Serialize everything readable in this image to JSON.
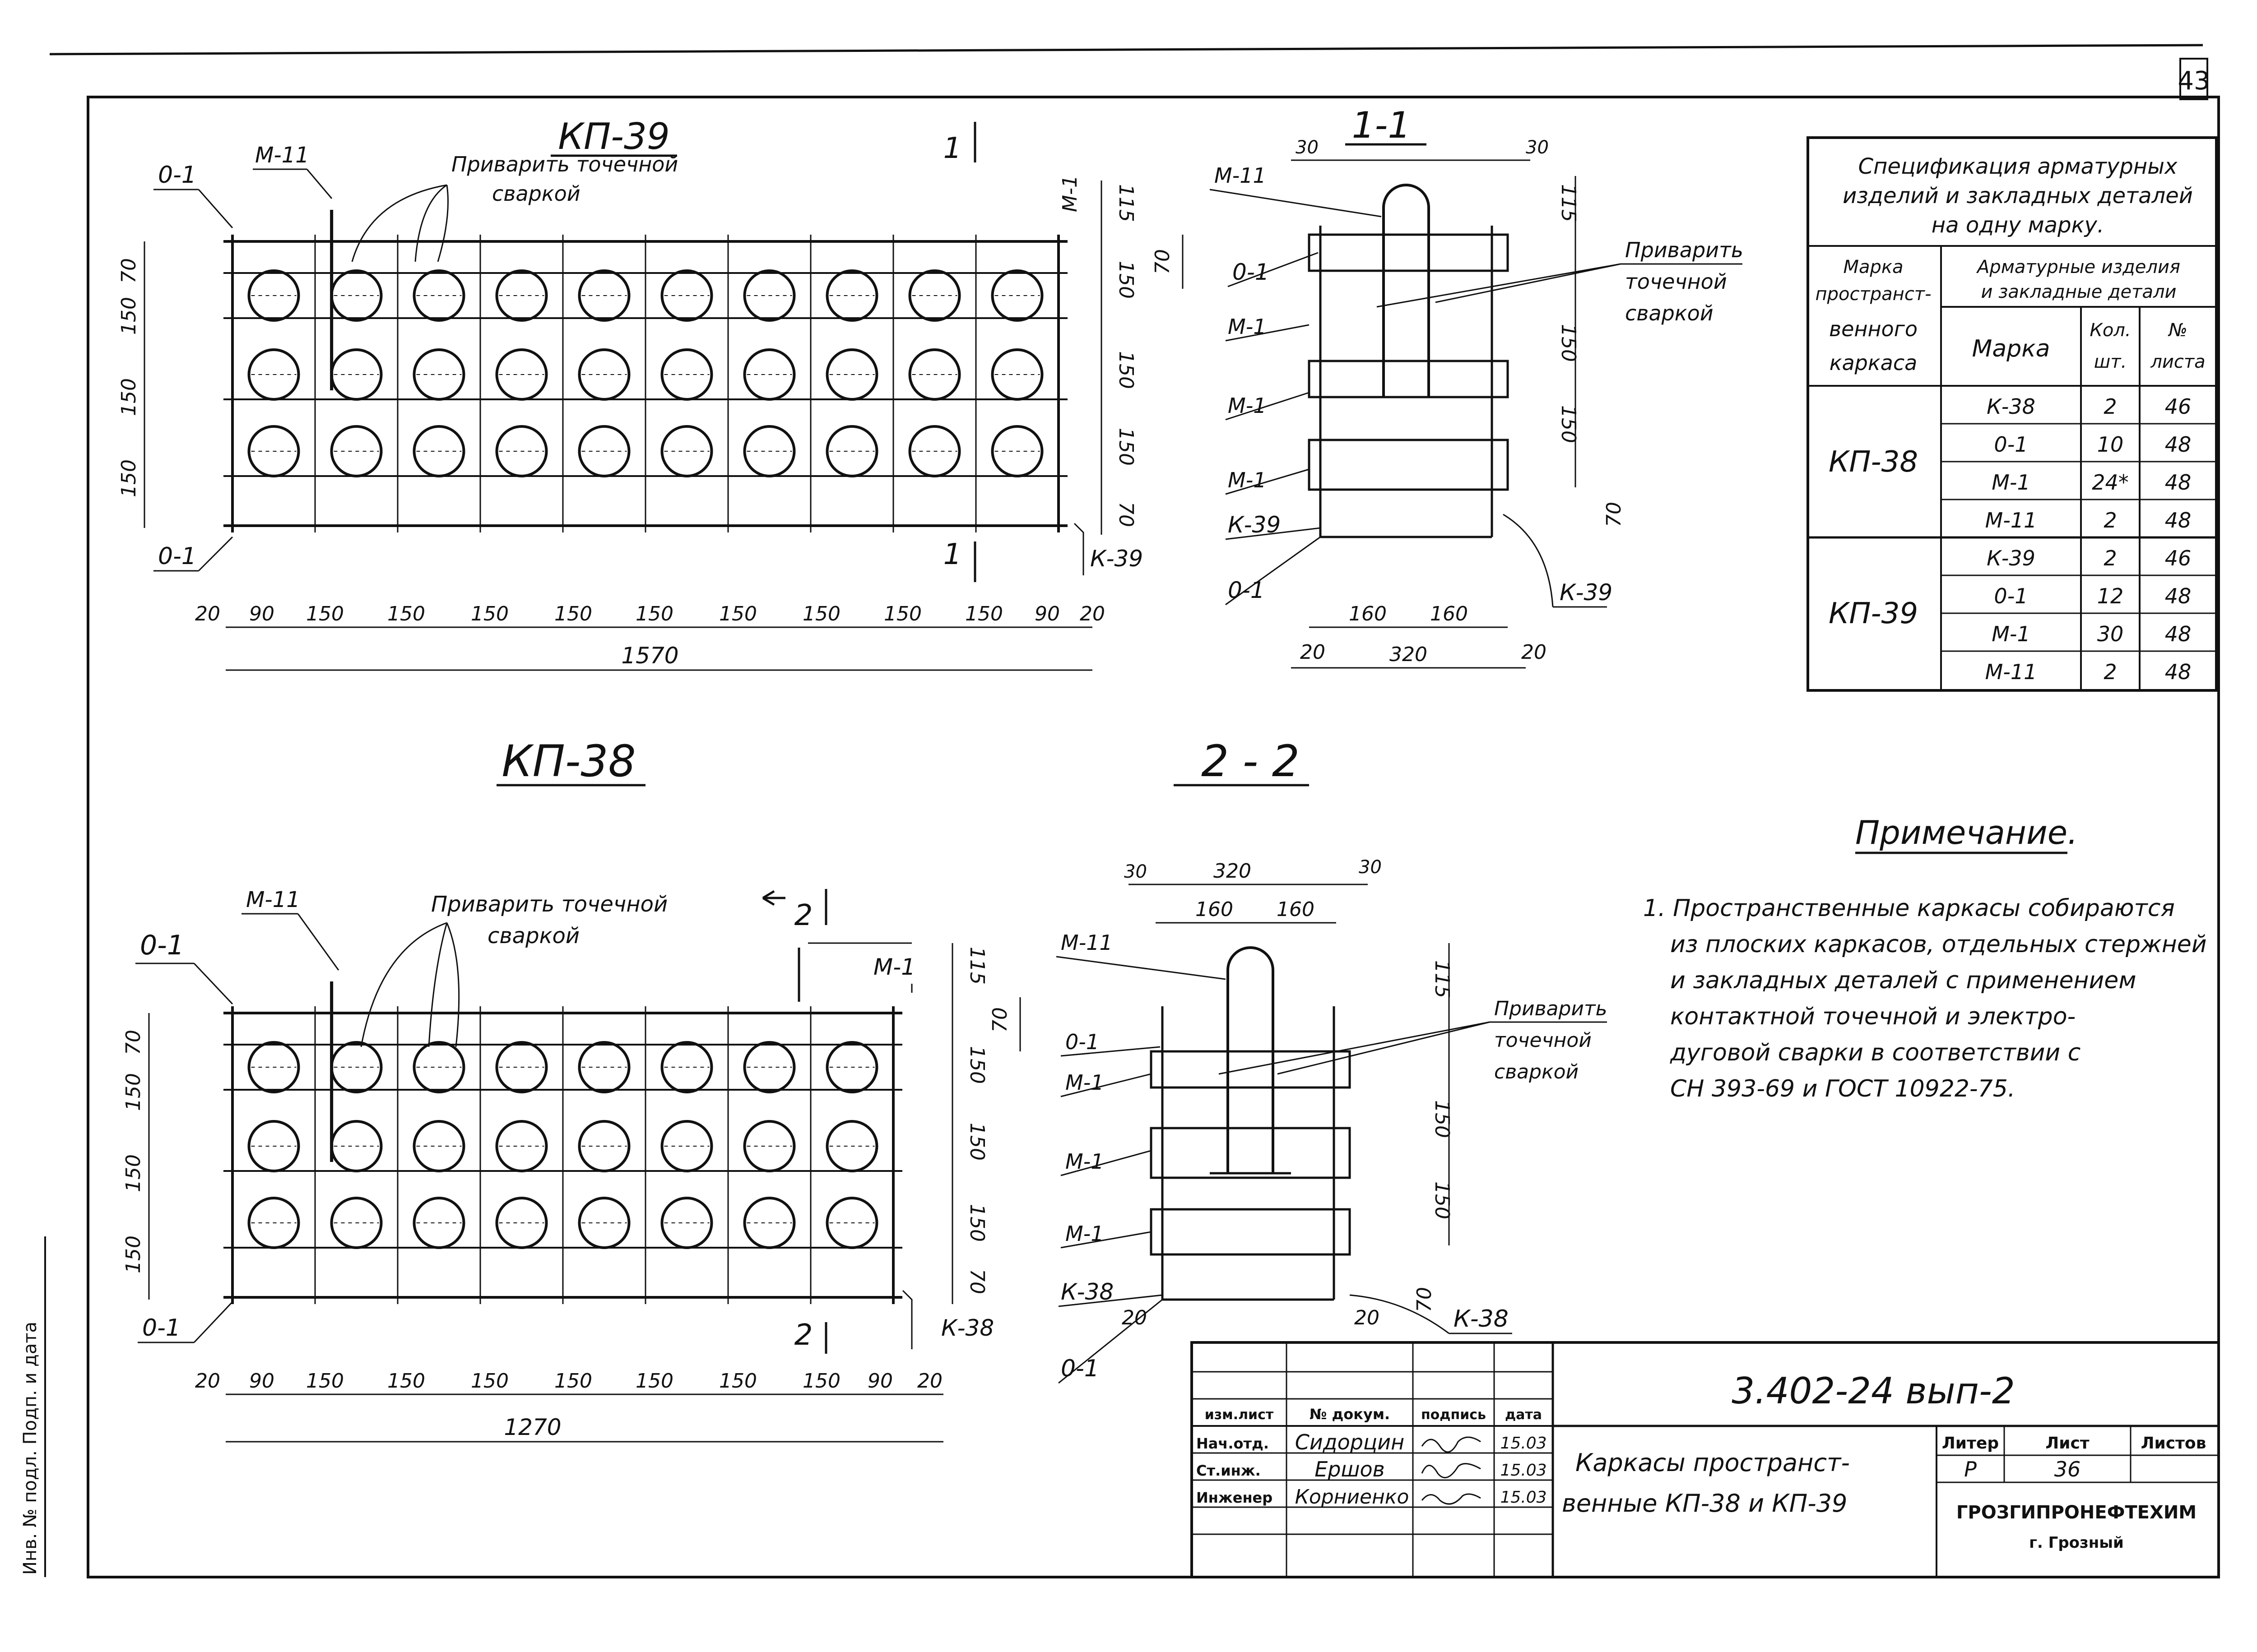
{
  "sheet_number": "43",
  "views": {
    "kp39": {
      "title": "КП-39",
      "section_mark": "1",
      "weld_note": [
        "Приварить точечной",
        "сваркой"
      ],
      "labels": {
        "o1_top": "0-1",
        "m11": "М-11",
        "m1": "М-1",
        "o1_bottom": "0-1",
        "k39": "К-39"
      },
      "vertical_dims": {
        "top": "70",
        "mid1": "150",
        "mid2": "150",
        "bottom": "150",
        "right_top": "115",
        "right_1": "150",
        "right_2": "150",
        "right_3": "150",
        "right_bottom": "70"
      },
      "horizontal_dims": [
        "20",
        "90",
        "150",
        "150",
        "150",
        "150",
        "150",
        "150",
        "150",
        "150",
        "150",
        "90",
        "20"
      ],
      "total": "1570"
    },
    "kp38": {
      "title": "КП-38",
      "section_mark": "2",
      "weld_note": [
        "Приварить точечной",
        "сваркой"
      ],
      "labels": {
        "m11": "М-11",
        "o1_top": "0-1",
        "m1": "М-1",
        "o1_bottom": "0-1",
        "k38": "К-38"
      },
      "vertical_dims": {
        "top": "70",
        "mid1": "150",
        "mid2": "150",
        "bottom": "150",
        "right_top": "115",
        "right_1": "150",
        "right_2": "150",
        "right_3": "150",
        "right_bottom": "70"
      },
      "horizontal_dims": [
        "20",
        "90",
        "150",
        "150",
        "150",
        "150",
        "150",
        "150",
        "150",
        "90",
        "20"
      ],
      "total": "1270"
    },
    "section11": {
      "title": "1-1",
      "labels": {
        "m11": "М-11",
        "o1": "0-1",
        "m1a": "М-1",
        "m1b": "М-1",
        "m1c": "М-1",
        "k39": "К-39",
        "o1b": "0-1",
        "k39b": "К-39"
      },
      "top_dims": [
        "30",
        "30"
      ],
      "weld_note": [
        "Приварить",
        "точечной",
        "сваркой"
      ],
      "vertical_dims": {
        "v70": "70",
        "v115": "115",
        "v150a": "150",
        "v150b": "150",
        "v70b": "70"
      },
      "bottom_dims": {
        "left": "20",
        "half1": "160",
        "half2": "160",
        "total": "320",
        "right": "20"
      }
    },
    "section22": {
      "title": "2 - 2",
      "top_dims": {
        "left": "30",
        "total": "320",
        "right": "30",
        "half1": "160",
        "half2": "160"
      },
      "labels": {
        "m11": "М-11",
        "o1": "0-1",
        "m1a": "М-1",
        "m1b": "М-1",
        "m1c": "М-1",
        "k38": "К-38",
        "o1b": "0-1",
        "k38b": "К-38"
      },
      "weld_note": [
        "Приварить",
        "точечной",
        "сваркой"
      ],
      "vertical_dims": {
        "v70": "70",
        "v115": "115",
        "v150a": "150",
        "v150b": "150",
        "v70b": "70"
      },
      "bottom_dims": {
        "left": "20",
        "right": "20"
      }
    }
  },
  "spec_table": {
    "title": [
      "Спецификация арматурных",
      "изделий и закладных деталей",
      "на одну марку."
    ],
    "col_headers": {
      "frame": [
        "Марка",
        "пространст-",
        "венного",
        "каркаса"
      ],
      "group": [
        "Арматурные изделия",
        "и закладные детали"
      ],
      "mark": "Марка",
      "qty": [
        "Кол.",
        "шт."
      ],
      "sheet": [
        "№",
        "листа"
      ]
    },
    "groups": [
      {
        "frame": "КП-38",
        "rows": [
          {
            "mark": "К-38",
            "qty": "2",
            "sheet": "46"
          },
          {
            "mark": "0-1",
            "qty": "10",
            "sheet": "48"
          },
          {
            "mark": "М-1",
            "qty": "24*",
            "sheet": "48"
          },
          {
            "mark": "М-11",
            "qty": "2",
            "sheet": "48"
          }
        ]
      },
      {
        "frame": "КП-39",
        "rows": [
          {
            "mark": "К-39",
            "qty": "2",
            "sheet": "46"
          },
          {
            "mark": "0-1",
            "qty": "12",
            "sheet": "48"
          },
          {
            "mark": "М-1",
            "qty": "30",
            "sheet": "48"
          },
          {
            "mark": "М-11",
            "qty": "2",
            "sheet": "48"
          }
        ]
      }
    ]
  },
  "note": {
    "title": "Примечание.",
    "lines": [
      "1. Пространственные каркасы собираются",
      "из плоских каркасов, отдельных стержней",
      "и закладных деталей с применением",
      "контактной точечной и электро-",
      "дуговой сварки в соответствии с",
      "СН 393-69 и ГОСТ 10922-75."
    ]
  },
  "title_block": {
    "doc_code": "3.402-24 вып-2",
    "headers": {
      "izm": "изм.лист",
      "doc": "№ докум.",
      "sign": "подпись",
      "date": "дата"
    },
    "people": [
      {
        "role": "Нач.отд.",
        "name": "Сидорцин",
        "date": "15.03"
      },
      {
        "role": "Ст.инж.",
        "name": "Ершов",
        "date": "15.03"
      },
      {
        "role": "Инженер",
        "name": "Корниенко",
        "date": "15.03"
      }
    ],
    "title": [
      "Каркасы пространст-",
      "венные КП-38 и КП-39"
    ],
    "litera_label": "Литер",
    "list_label": "Лист",
    "listov_label": "Листов",
    "litera": "Р",
    "list": "36",
    "org": "ГРОЗГИПРОНЕФТЕХИМ",
    "city": "г. Грозный"
  },
  "margin_stamp": "Инв. № подл. Подп. и дата"
}
